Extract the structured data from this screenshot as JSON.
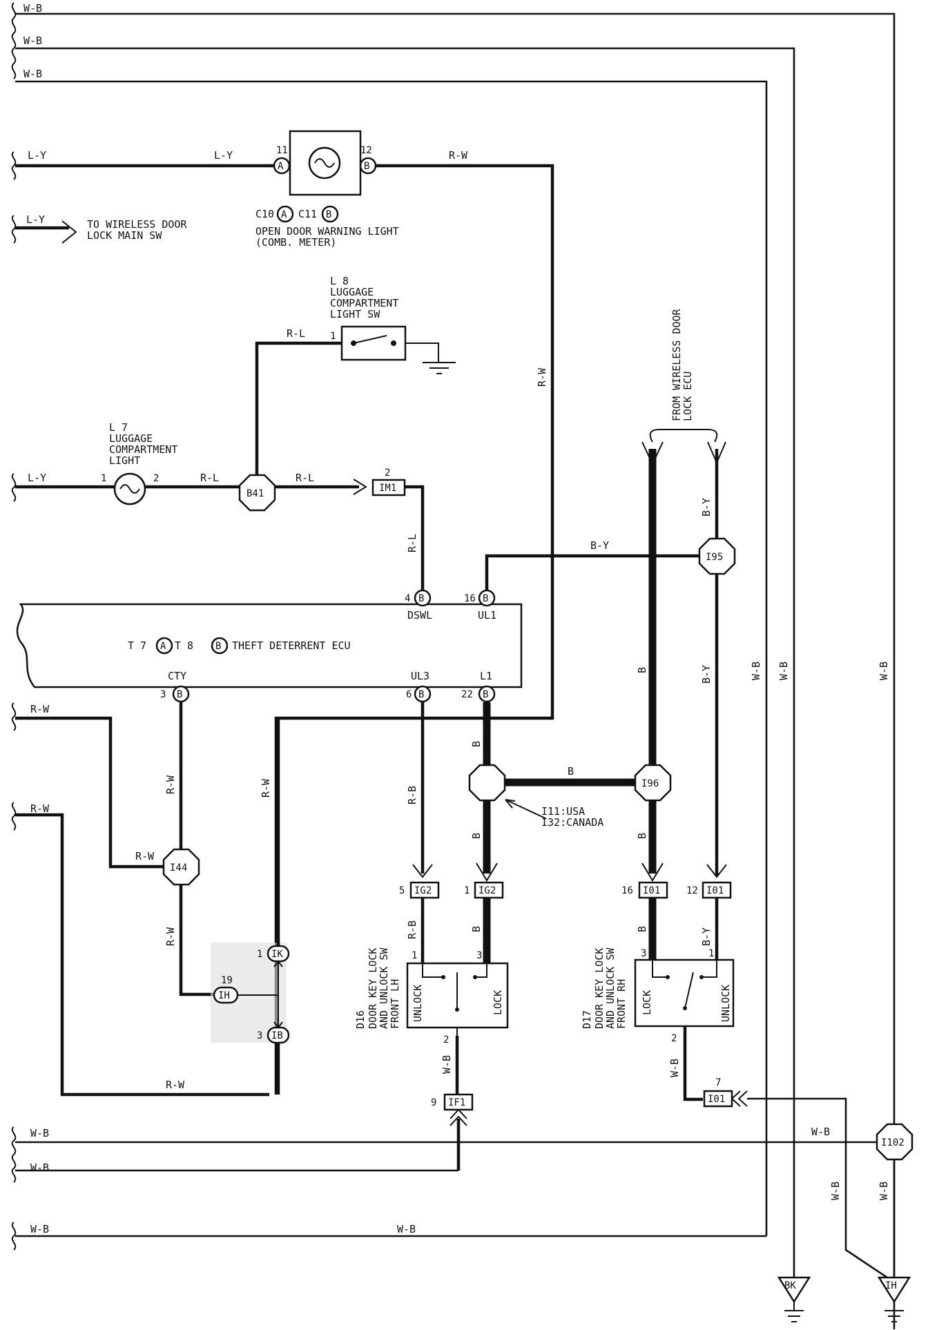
{
  "wires": {
    "wb": "W-B",
    "ly": "L-Y",
    "rw": "R-W",
    "rl": "R-L",
    "by": "B-Y",
    "b": "B",
    "rb": "R-B"
  },
  "warning_light": {
    "pin_left": "11",
    "pin_right": "12",
    "conn_a": "A",
    "conn_b": "B",
    "connector_code": "C10",
    "connector_code2": "C11",
    "line1": "OPEN DOOR WARNING LIGHT",
    "line2": "(COMB. METER)"
  },
  "wireless_main_sw": {
    "line1": "TO WIRELESS DOOR",
    "line2": "LOCK MAIN SW"
  },
  "luggage_sw": {
    "code": "L 8",
    "line1": "LUGGAGE",
    "line2": "COMPARTMENT",
    "line3": "LIGHT SW",
    "pin": "1"
  },
  "luggage_light": {
    "code": "L 7",
    "line1": "LUGGAGE",
    "line2": "COMPARTMENT",
    "line3": "LIGHT",
    "pin1": "1",
    "pin2": "2"
  },
  "junctions": {
    "b41": "B41",
    "i95": "I95",
    "i44": "I44",
    "i96": "I96",
    "i102": "I102",
    "im1": "IM1",
    "im1_pin": "2"
  },
  "from_wireless": {
    "line1": "FROM WIRELESS DOOR",
    "line2": "LOCK ECU"
  },
  "ecu": {
    "code1": "T 7",
    "code2": "T 8",
    "conn_a": "A",
    "conn_b": "B",
    "name": "THEFT DETERRENT ECU",
    "pins": {
      "dswl": {
        "num": "4",
        "label": "DSWL"
      },
      "ul1": {
        "num": "16",
        "label": "UL1"
      },
      "cty": {
        "num": "3",
        "label": "CTY"
      },
      "ul3": {
        "num": "6",
        "label": "UL3"
      },
      "l1": {
        "num": "22",
        "label": "L1"
      }
    }
  },
  "splice_note": {
    "line1": "I11:USA",
    "line2": "I32:CANADA"
  },
  "connectors": {
    "ig2_a": {
      "pin": "5",
      "name": "IG2"
    },
    "ig2_b": {
      "pin": "1",
      "name": "IG2"
    },
    "i01_a": {
      "pin": "16",
      "name": "I01"
    },
    "i01_b": {
      "pin": "12",
      "name": "I01"
    },
    "i01_c": {
      "pin": "7",
      "name": "I01"
    },
    "if1": {
      "pin": "9",
      "name": "IF1"
    },
    "ik": {
      "pin": "1",
      "name": "IK"
    },
    "ih": {
      "pin": "19",
      "name": "IH"
    },
    "ib": {
      "pin": "3",
      "name": "IB"
    }
  },
  "d16": {
    "code": "D16",
    "line1": "DOOR KEY LOCK",
    "line2": "AND UNLOCK SW",
    "line3": "FRONT LH",
    "unlock": "UNLOCK",
    "lock": "LOCK",
    "pin1": "1",
    "pin3": "3",
    "pin2": "2"
  },
  "d17": {
    "code": "D17",
    "line1": "DOOR KEY LOCK",
    "line2": "AND UNLOCK SW",
    "line3": "FRONT RH",
    "lock": "LOCK",
    "unlock": "UNLOCK",
    "pin3": "3",
    "pin1": "1",
    "pin2": "2"
  },
  "grounds": {
    "bk": "BK",
    "ih": "IH"
  }
}
